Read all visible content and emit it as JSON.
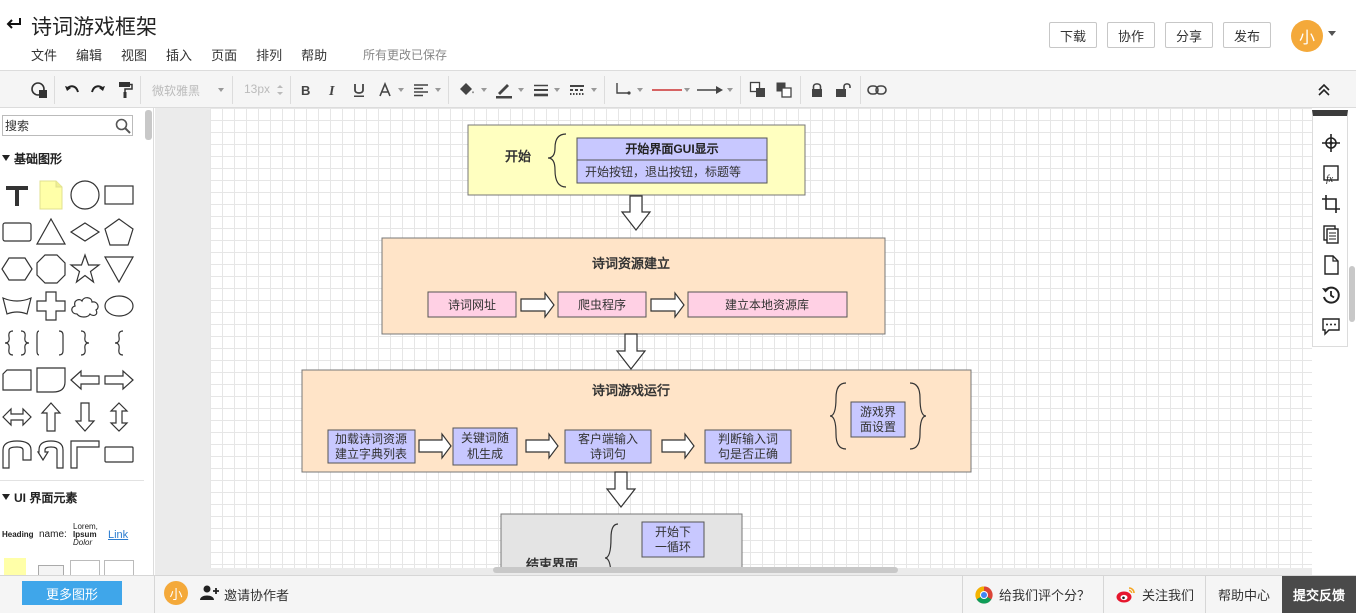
{
  "header": {
    "title": "诗词游戏框架",
    "save_status": "所有更改已保存",
    "menu": [
      "文件",
      "编辑",
      "视图",
      "插入",
      "页面",
      "排列",
      "帮助"
    ],
    "buttons": {
      "download": "下载",
      "collaborate": "协作",
      "share": "分享",
      "publish": "发布"
    },
    "avatar_letter": "小"
  },
  "toolbar": {
    "font_family": "微软雅黑",
    "font_size": "13px",
    "icons": [
      "style-icon",
      "undo-icon",
      "redo-icon",
      "format-painter-icon",
      "bold-icon",
      "italic-icon",
      "underline-icon",
      "font-color-icon",
      "align-icon",
      "fill-icon",
      "line-color-icon",
      "line-weight-icon",
      "line-dash-icon",
      "connector-icon",
      "line-style-icon",
      "arrow-style-icon",
      "bring-front-icon",
      "send-back-icon",
      "lock-icon",
      "unlock-icon",
      "link-icon",
      "collapse-icon"
    ]
  },
  "left_panel": {
    "search_placeholder": "搜索",
    "category_basic": "基础图形",
    "category_ui": "UI 界面元素",
    "ui_samples": {
      "heading": "Heading",
      "name": "name:",
      "lorem1": "Lorem,",
      "lorem2": "Ipsum",
      "lorem3": "Dolor",
      "link": "Link"
    }
  },
  "diagram": {
    "start": {
      "label": "开始",
      "gui_title": "开始界面GUI显示",
      "gui_body": "开始按钮，退出按钮，标题等"
    },
    "resource": {
      "title": "诗词资源建立",
      "steps": [
        "诗词网址",
        "爬虫程序",
        "建立本地资源库"
      ]
    },
    "game": {
      "title": "诗词游戏运行",
      "steps": [
        [
          "加载诗词资源",
          "建立字典列表"
        ],
        [
          "关键词随",
          "机生成"
        ],
        [
          "客户端输入",
          "诗词句"
        ],
        [
          "判断输入词",
          "句是否正确"
        ]
      ],
      "settings": [
        "游戏界",
        "面设置"
      ]
    },
    "end": {
      "label": "结束界面",
      "next_round": [
        "开始下",
        "一循环"
      ]
    }
  },
  "right_rail": {
    "icons": [
      "navigator-icon",
      "formula-icon",
      "crop-icon",
      "page-copy-icon",
      "page-icon",
      "history-icon",
      "comment-icon"
    ]
  },
  "footer": {
    "more_shapes": "更多图形",
    "avatar_letter": "小",
    "invite": "邀请协作者",
    "rate": "给我们评个分？",
    "follow": "关注我们",
    "help": "帮助中心",
    "feedback": "提交反馈"
  },
  "colors": {
    "accent_blue": "#3fa6ea",
    "avatar_orange": "#f4a93a",
    "start_fill": "#ffffc0",
    "section_fill": "#ffe4c8",
    "pink_node": "#ffd0e4",
    "purple_node": "#c8c8ff",
    "end_fill": "#e4e4e4"
  }
}
